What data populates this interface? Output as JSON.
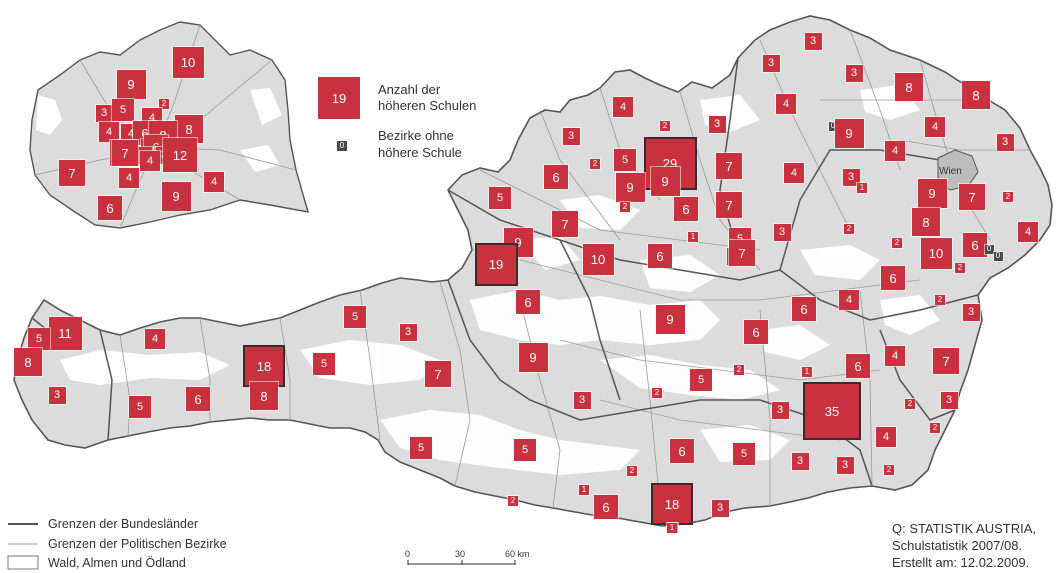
{
  "colors": {
    "region_fill": "#dcdcdc",
    "vienna_fill": "#bdbdbd",
    "forest_fill": "#ffffff",
    "state_border": "#555555",
    "district_border": "#9a9a9a",
    "marker": "#c8313d",
    "no_school_marker": "#4a4a4a"
  },
  "legend": {
    "symbol_value": "19",
    "symbol_label_line1": "Anzahl der",
    "symbol_label_line2": "höheren Schulen",
    "no_school_symbol": "0",
    "no_school_label_line1": "Bezirke ohne",
    "no_school_label_line2": "höhere Schule"
  },
  "line_legend": {
    "state_borders": "Grenzen der Bundesländer",
    "district_borders": "Grenzen der Politischen Bezirke",
    "forest": "Wald, Almen und Ödland"
  },
  "scale_bar": {
    "ticks": [
      "0",
      "30",
      "60 km"
    ]
  },
  "source": {
    "line1": "Q: STATISTIK AUSTRIA,",
    "line2": "Schulstatistik 2007/08.",
    "line3": "Erstellt am: 12.02.2009."
  },
  "vienna_label": "Wien",
  "vienna_inset_values": [
    10,
    9,
    3,
    5,
    4,
    2,
    3,
    4,
    4,
    6,
    8,
    8,
    4,
    6,
    7,
    3,
    3,
    7,
    2,
    4,
    12,
    7,
    4,
    4,
    9,
    6
  ],
  "austria_values": [
    3,
    3,
    3,
    8,
    8,
    4,
    4,
    2,
    3,
    4,
    3,
    0,
    9,
    3,
    4,
    2,
    29,
    6,
    7,
    5,
    4,
    9,
    5,
    3,
    9,
    1,
    2,
    6,
    7,
    9,
    7,
    2,
    7,
    8,
    5,
    9,
    1,
    3,
    3,
    2,
    2,
    6,
    0,
    19,
    7,
    10,
    6,
    10,
    4,
    2,
    0,
    11,
    5,
    6,
    6,
    2,
    3,
    8,
    4,
    5,
    3,
    9,
    6,
    18,
    5,
    9,
    7,
    4,
    6,
    4,
    2,
    3,
    8,
    6,
    2,
    3,
    7,
    5,
    1,
    6,
    3,
    5,
    2,
    35,
    2,
    3,
    5,
    5,
    3,
    4,
    6,
    5,
    3,
    2,
    2,
    3,
    1,
    18,
    6,
    2,
    2,
    1
  ]
}
